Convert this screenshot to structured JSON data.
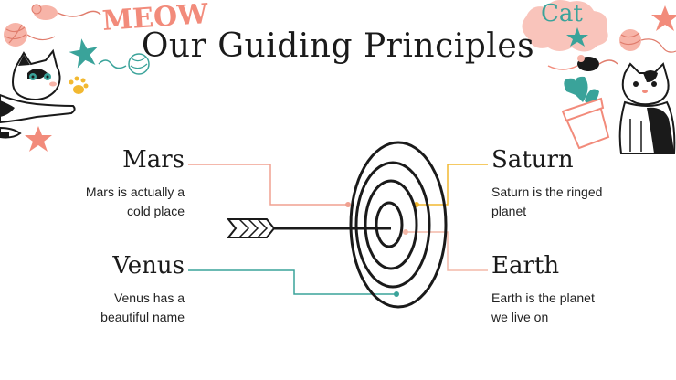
{
  "slide": {
    "title": "Our Guiding Principles",
    "items": [
      {
        "heading": "Mars",
        "text_line1": "Mars is actually a",
        "text_line2": "cold place",
        "color": "#f0a090"
      },
      {
        "heading": "Saturn",
        "text_line1": "Saturn is the ringed",
        "text_line2": "planet",
        "color": "#f2b830"
      },
      {
        "heading": "Venus",
        "text_line1": "Venus has a",
        "text_line2": "beautiful name",
        "color": "#3aa39a"
      },
      {
        "heading": "Earth",
        "text_line1": "Earth is the planet",
        "text_line2": "we live on",
        "color": "#f4b8a8"
      }
    ]
  },
  "decor": {
    "meow_label": "MEOW",
    "cat_label": "Cat",
    "pink": "#f28b7b",
    "teal": "#3aa39a",
    "yellow": "#f2b830"
  }
}
